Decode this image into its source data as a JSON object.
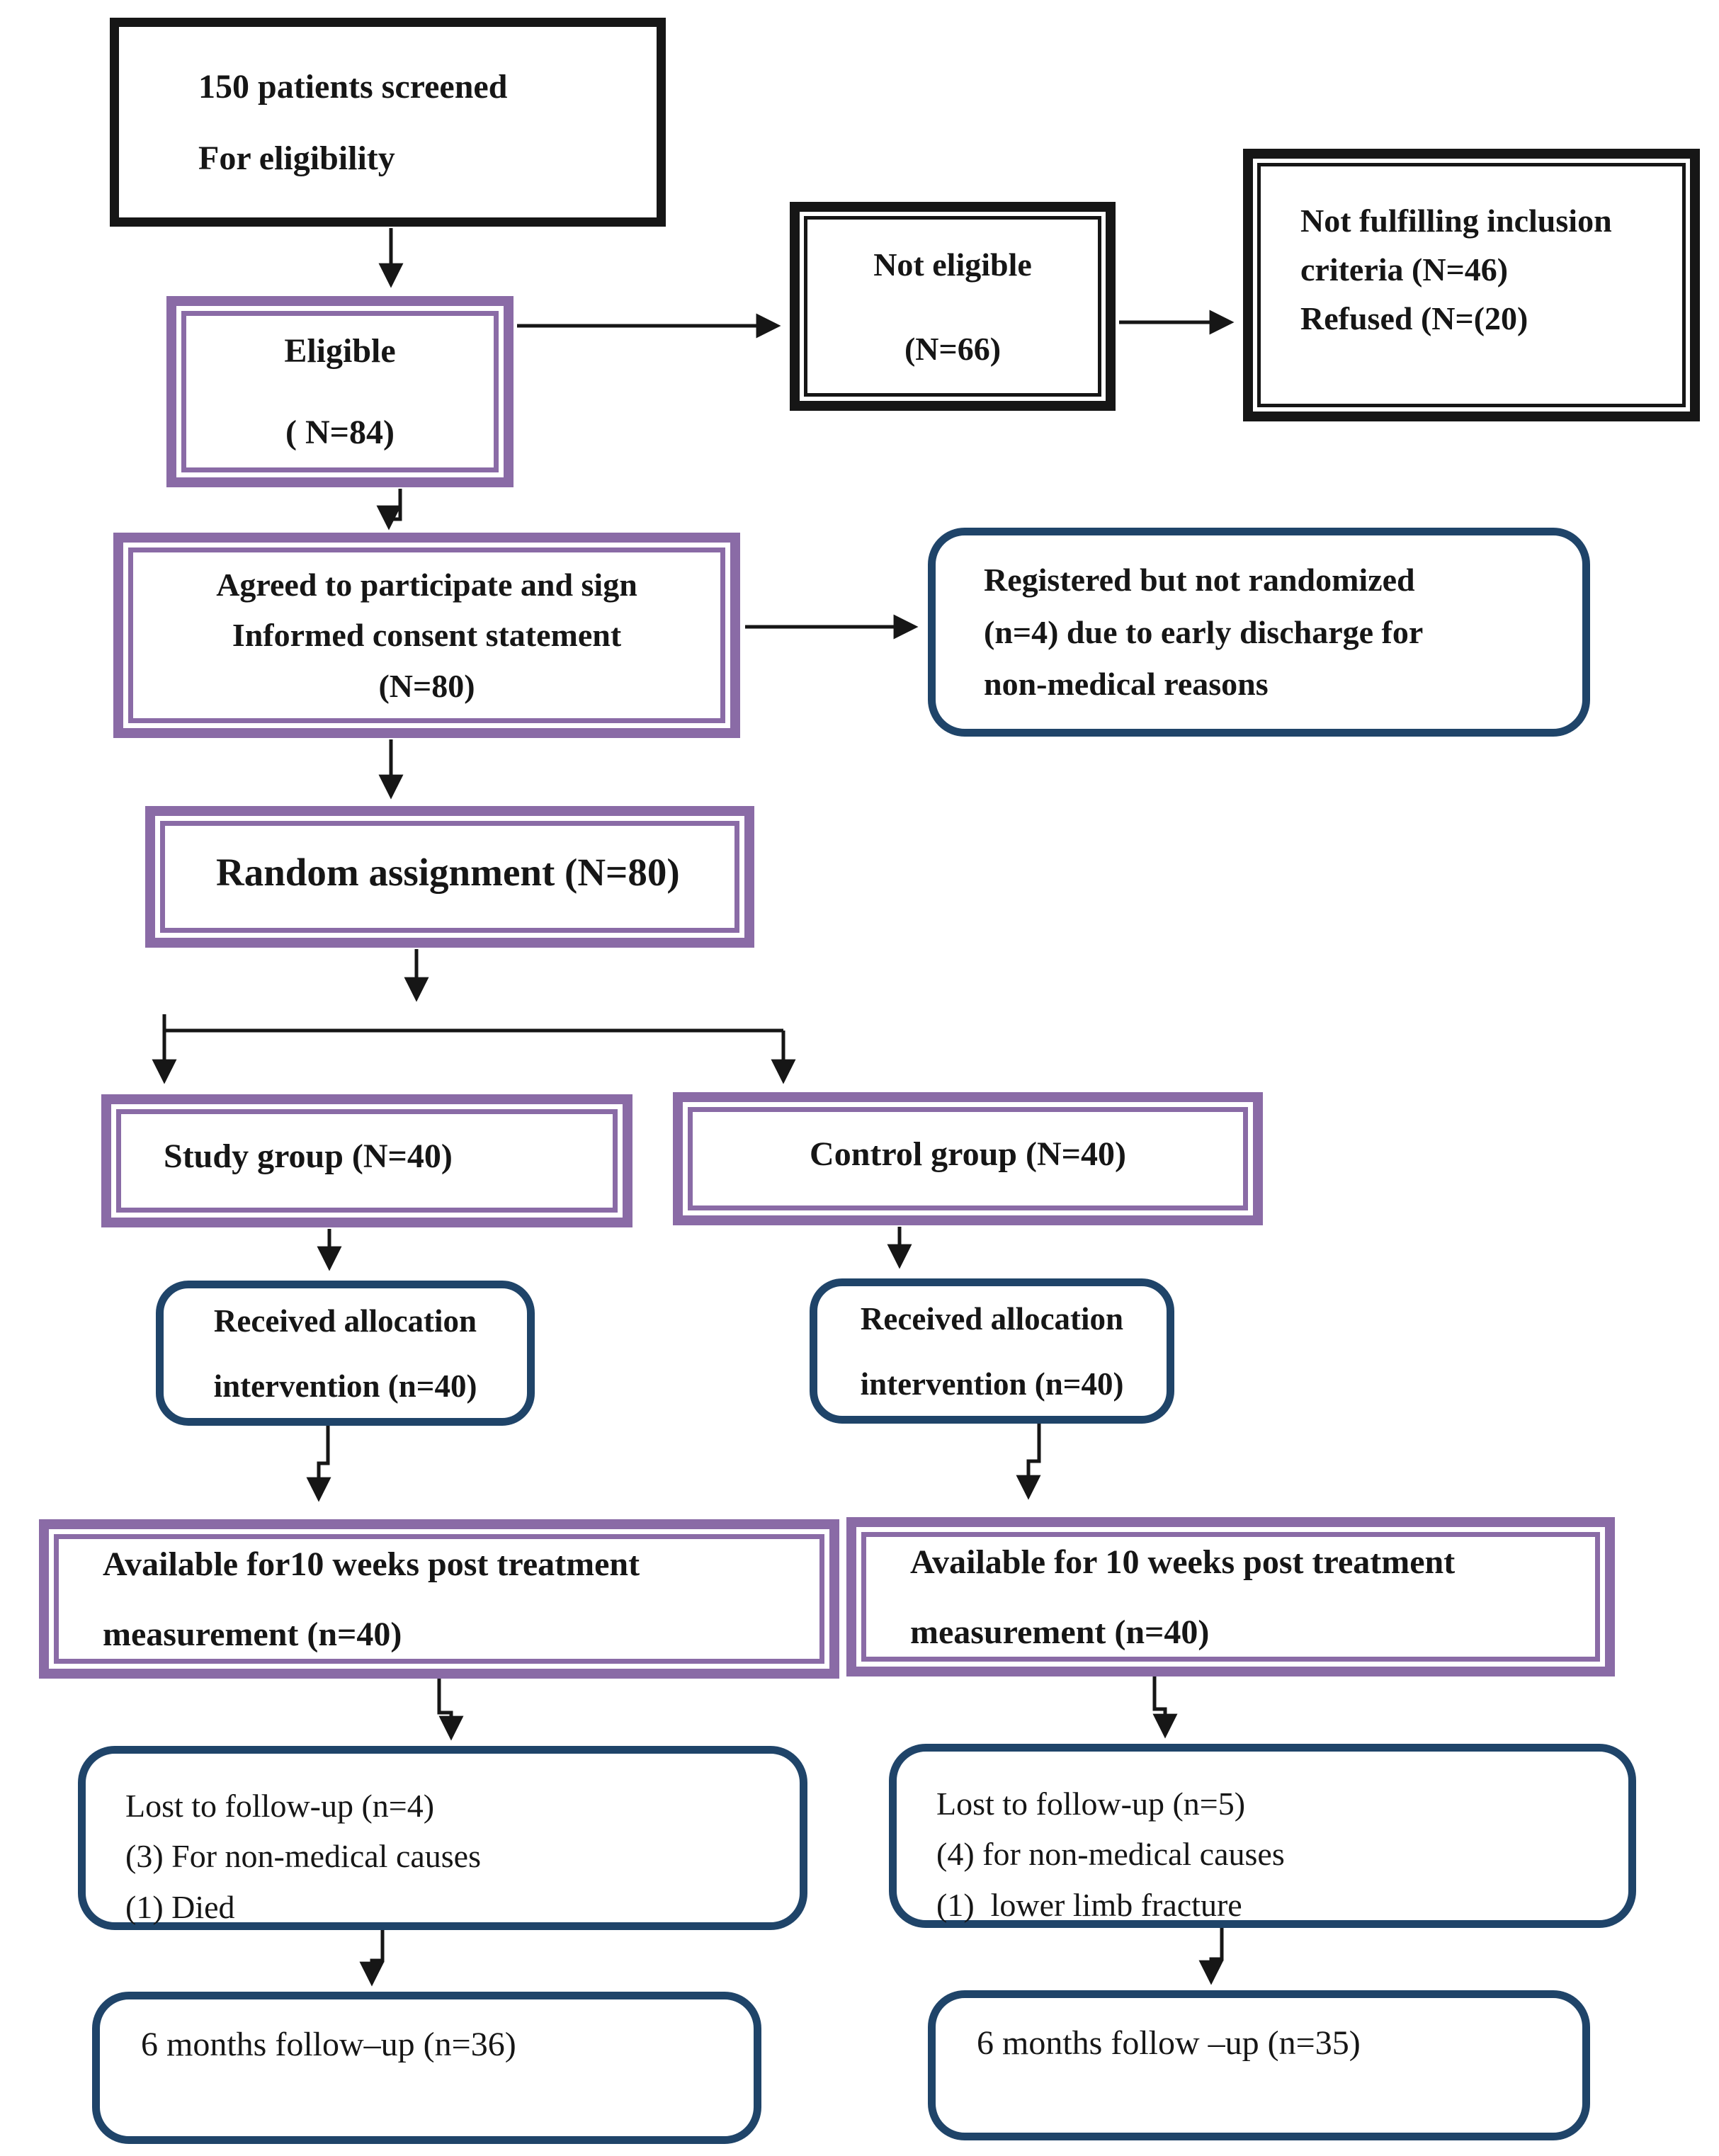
{
  "title": "Patient flow diagram",
  "colors": {
    "purple": "#8a6ba6",
    "navy": "#1f4469",
    "black": "#161616",
    "background": "#ffffff"
  },
  "nodes": {
    "screened": {
      "lines": [
        "150 patients screened",
        "For eligibility"
      ]
    },
    "not_eligible": {
      "lines": [
        "Not eligible",
        "(N=66)"
      ]
    },
    "not_fulfilling": {
      "lines": [
        "Not fulfilling inclusion",
        "criteria (N=46)",
        "Refused (N=(20)"
      ]
    },
    "eligible": {
      "lines": [
        "Eligible",
        "( N=84)"
      ]
    },
    "agreed": {
      "lines": [
        "Agreed to participate and sign",
        "Informed consent statement",
        "(N=80)"
      ]
    },
    "registered": {
      "lines": [
        "Registered but not randomized",
        "(n=4) due to early discharge for",
        "non-medical reasons"
      ]
    },
    "random": {
      "lines": [
        "Random assignment (N=80)"
      ]
    },
    "study": {
      "lines": [
        "Study group (N=40)"
      ]
    },
    "control": {
      "lines": [
        "Control group (N=40)"
      ]
    },
    "received_study": {
      "lines": [
        "Received allocation",
        "intervention (n=40)"
      ]
    },
    "received_control": {
      "lines": [
        "Received allocation",
        "intervention (n=40)"
      ]
    },
    "available_study": {
      "lines": [
        "Available for10 weeks post treatment",
        "measurement (n=40)"
      ]
    },
    "available_control": {
      "lines": [
        "Available for 10 weeks post treatment",
        "measurement (n=40)"
      ]
    },
    "lost_study": {
      "lines": [
        "Lost to follow-up (n=4)",
        "(3) For non-medical causes",
        "(1) Died"
      ]
    },
    "lost_control": {
      "lines": [
        "Lost to follow-up (n=5)",
        "(4) for non-medical causes",
        "(1)  lower limb fracture"
      ]
    },
    "followup_study": {
      "lines": [
        "6 months follow–up (n=36)"
      ]
    },
    "followup_control": {
      "lines": [
        "6 months follow –up (n=35)"
      ]
    }
  }
}
